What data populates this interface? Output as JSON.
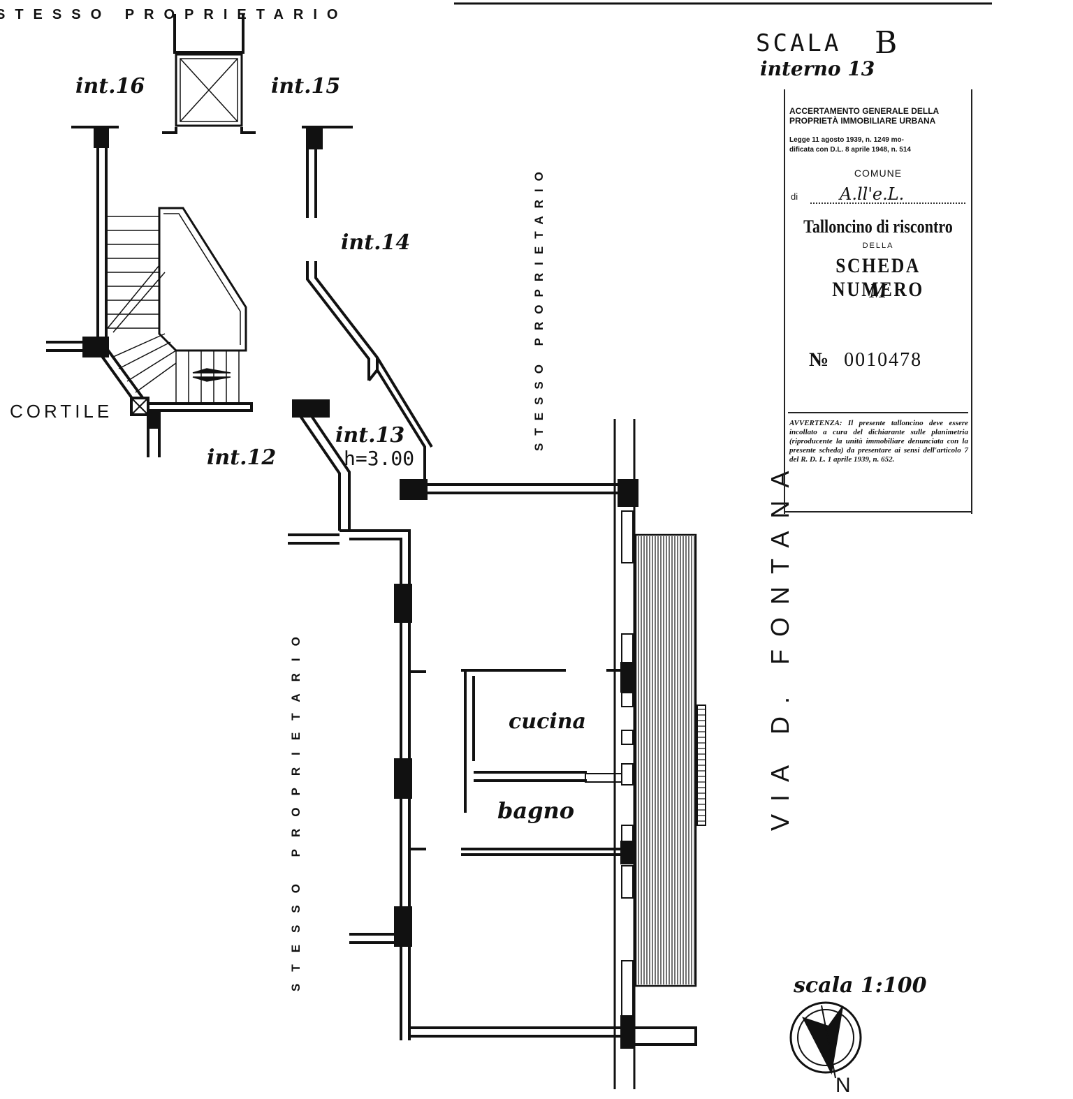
{
  "header_labels": {
    "top_owner": "STESSO  PROPRIETARIO",
    "scala": "SCALA",
    "scala_letter": "B",
    "interno": "interno 13"
  },
  "units": {
    "int16": "int.16",
    "int15": "int.15",
    "int14": "int.14",
    "int13": "int.13",
    "height": "h=3.00",
    "int12": "int.12"
  },
  "areas": {
    "cortile": "CORTILE",
    "cucina": "cucina",
    "bagno": "bagno",
    "owner_right": "STESSO PROPRIETARIO",
    "owner_left": "STESSO PROPRIETARIO",
    "street": "VIA D. FONTANA"
  },
  "scale": {
    "label": "scala 1:100",
    "north": "N"
  },
  "ticket": {
    "heading_line1": "ACCERTAMENTO GENERALE DELLA",
    "heading_line2": "PROPRIETÀ IMMOBILIARE URBANA",
    "law_line1": "Legge 11 agosto 1939, n. 1249 mo-",
    "law_line2": "dificata con D.L. 8 aprile 1948, n. 514",
    "comune_label": "COMUNE",
    "di_label": "di",
    "comune_value": "A.ll'e.L.",
    "title": "Talloncino di riscontro",
    "della": "DELLA",
    "scheda": "SCHEDA NUMERO",
    "scheda_letter": "M",
    "number_symbol": "№",
    "number": "0010478",
    "warning": "AVVERTENZA: Il presente talloncino deve essere incollato a cura del dichiarante sulle planimetria (riproducente la unità immobiliare denunciata con la presente scheda) da presentare ai sensi dell'articolo 7 del R. D. L. 1 aprile 1939, n. 652."
  }
}
